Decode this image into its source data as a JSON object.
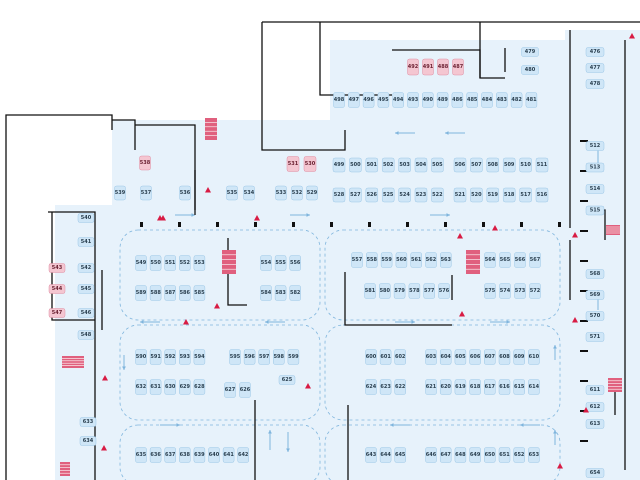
{
  "colors": {
    "floor": "#e7f2fb",
    "spot": "#cfe6f7",
    "spot_stroke": "#9cc7e6",
    "highlight": "#f4c6d1",
    "highlight_stroke": "#e08ea3",
    "wall": "#111111",
    "arrow": "#7fb5dd",
    "stair": "#e0607e",
    "marker": "#d81b43"
  },
  "map": {
    "highlighted_spots": [
      "492",
      "491",
      "488",
      "487",
      "538",
      "531",
      "530",
      "543",
      "544",
      "547"
    ],
    "rows": [
      {
        "labels": [
          "492",
          "491",
          "488",
          "487"
        ]
      },
      {
        "labels": [
          "479",
          "480"
        ]
      },
      {
        "labels": [
          "476",
          "477",
          "478"
        ]
      },
      {
        "labels": [
          "498",
          "497",
          "496",
          "495",
          "494",
          "493",
          "490",
          "489",
          "486",
          "485",
          "484",
          "483",
          "482",
          "481"
        ]
      },
      {
        "labels": [
          "538"
        ]
      },
      {
        "labels": [
          "531",
          "530"
        ]
      },
      {
        "labels": [
          "499",
          "500",
          "501",
          "502",
          "503",
          "504",
          "505"
        ]
      },
      {
        "labels": [
          "506",
          "507",
          "508",
          "509",
          "510",
          "511"
        ]
      },
      {
        "labels": [
          "512",
          "513",
          "514",
          "515"
        ]
      },
      {
        "labels": [
          "539",
          "537",
          "536",
          "535",
          "534",
          "533",
          "532",
          "529"
        ]
      },
      {
        "labels": [
          "528",
          "527",
          "526",
          "525",
          "524",
          "523",
          "522"
        ]
      },
      {
        "labels": [
          "521",
          "520",
          "519",
          "518",
          "517",
          "516"
        ]
      },
      {
        "labels": [
          "540",
          "541",
          "542",
          "545",
          "546",
          "548"
        ]
      },
      {
        "labels": [
          "543",
          "544",
          "547"
        ]
      },
      {
        "labels": [
          "549",
          "550",
          "551",
          "552",
          "553"
        ]
      },
      {
        "labels": [
          "554",
          "555",
          "556"
        ]
      },
      {
        "labels": [
          "557",
          "558",
          "559",
          "560",
          "561",
          "562",
          "563"
        ]
      },
      {
        "labels": [
          "564",
          "565",
          "566",
          "567"
        ]
      },
      {
        "labels": [
          "568",
          "569",
          "570",
          "571"
        ]
      },
      {
        "labels": [
          "589",
          "588",
          "587",
          "586",
          "585"
        ]
      },
      {
        "labels": [
          "584",
          "583",
          "582"
        ]
      },
      {
        "labels": [
          "581",
          "580",
          "579",
          "578",
          "577",
          "576"
        ]
      },
      {
        "labels": [
          "575",
          "574",
          "573",
          "572"
        ]
      },
      {
        "labels": [
          "590",
          "591",
          "592",
          "593",
          "594"
        ]
      },
      {
        "labels": [
          "595",
          "596",
          "597",
          "598",
          "599"
        ]
      },
      {
        "labels": [
          "600",
          "601",
          "602"
        ]
      },
      {
        "labels": [
          "603",
          "604",
          "605",
          "606",
          "607",
          "608",
          "609",
          "610"
        ]
      },
      {
        "labels": [
          "625"
        ]
      },
      {
        "labels": [
          "632",
          "631",
          "630",
          "629",
          "628"
        ]
      },
      {
        "labels": [
          "627",
          "626"
        ]
      },
      {
        "labels": [
          "624",
          "623",
          "622"
        ]
      },
      {
        "labels": [
          "621",
          "620",
          "619",
          "618",
          "617",
          "616",
          "615",
          "614"
        ]
      },
      {
        "labels": [
          "611",
          "612",
          "613"
        ]
      },
      {
        "labels": [
          "633",
          "634"
        ]
      },
      {
        "labels": [
          "635",
          "636",
          "637",
          "638",
          "639",
          "640",
          "641",
          "642"
        ]
      },
      {
        "labels": [
          "643",
          "644",
          "645"
        ]
      },
      {
        "labels": [
          "646",
          "647",
          "648",
          "649",
          "650",
          "651",
          "652",
          "653"
        ]
      },
      {
        "labels": [
          "654"
        ]
      }
    ]
  }
}
